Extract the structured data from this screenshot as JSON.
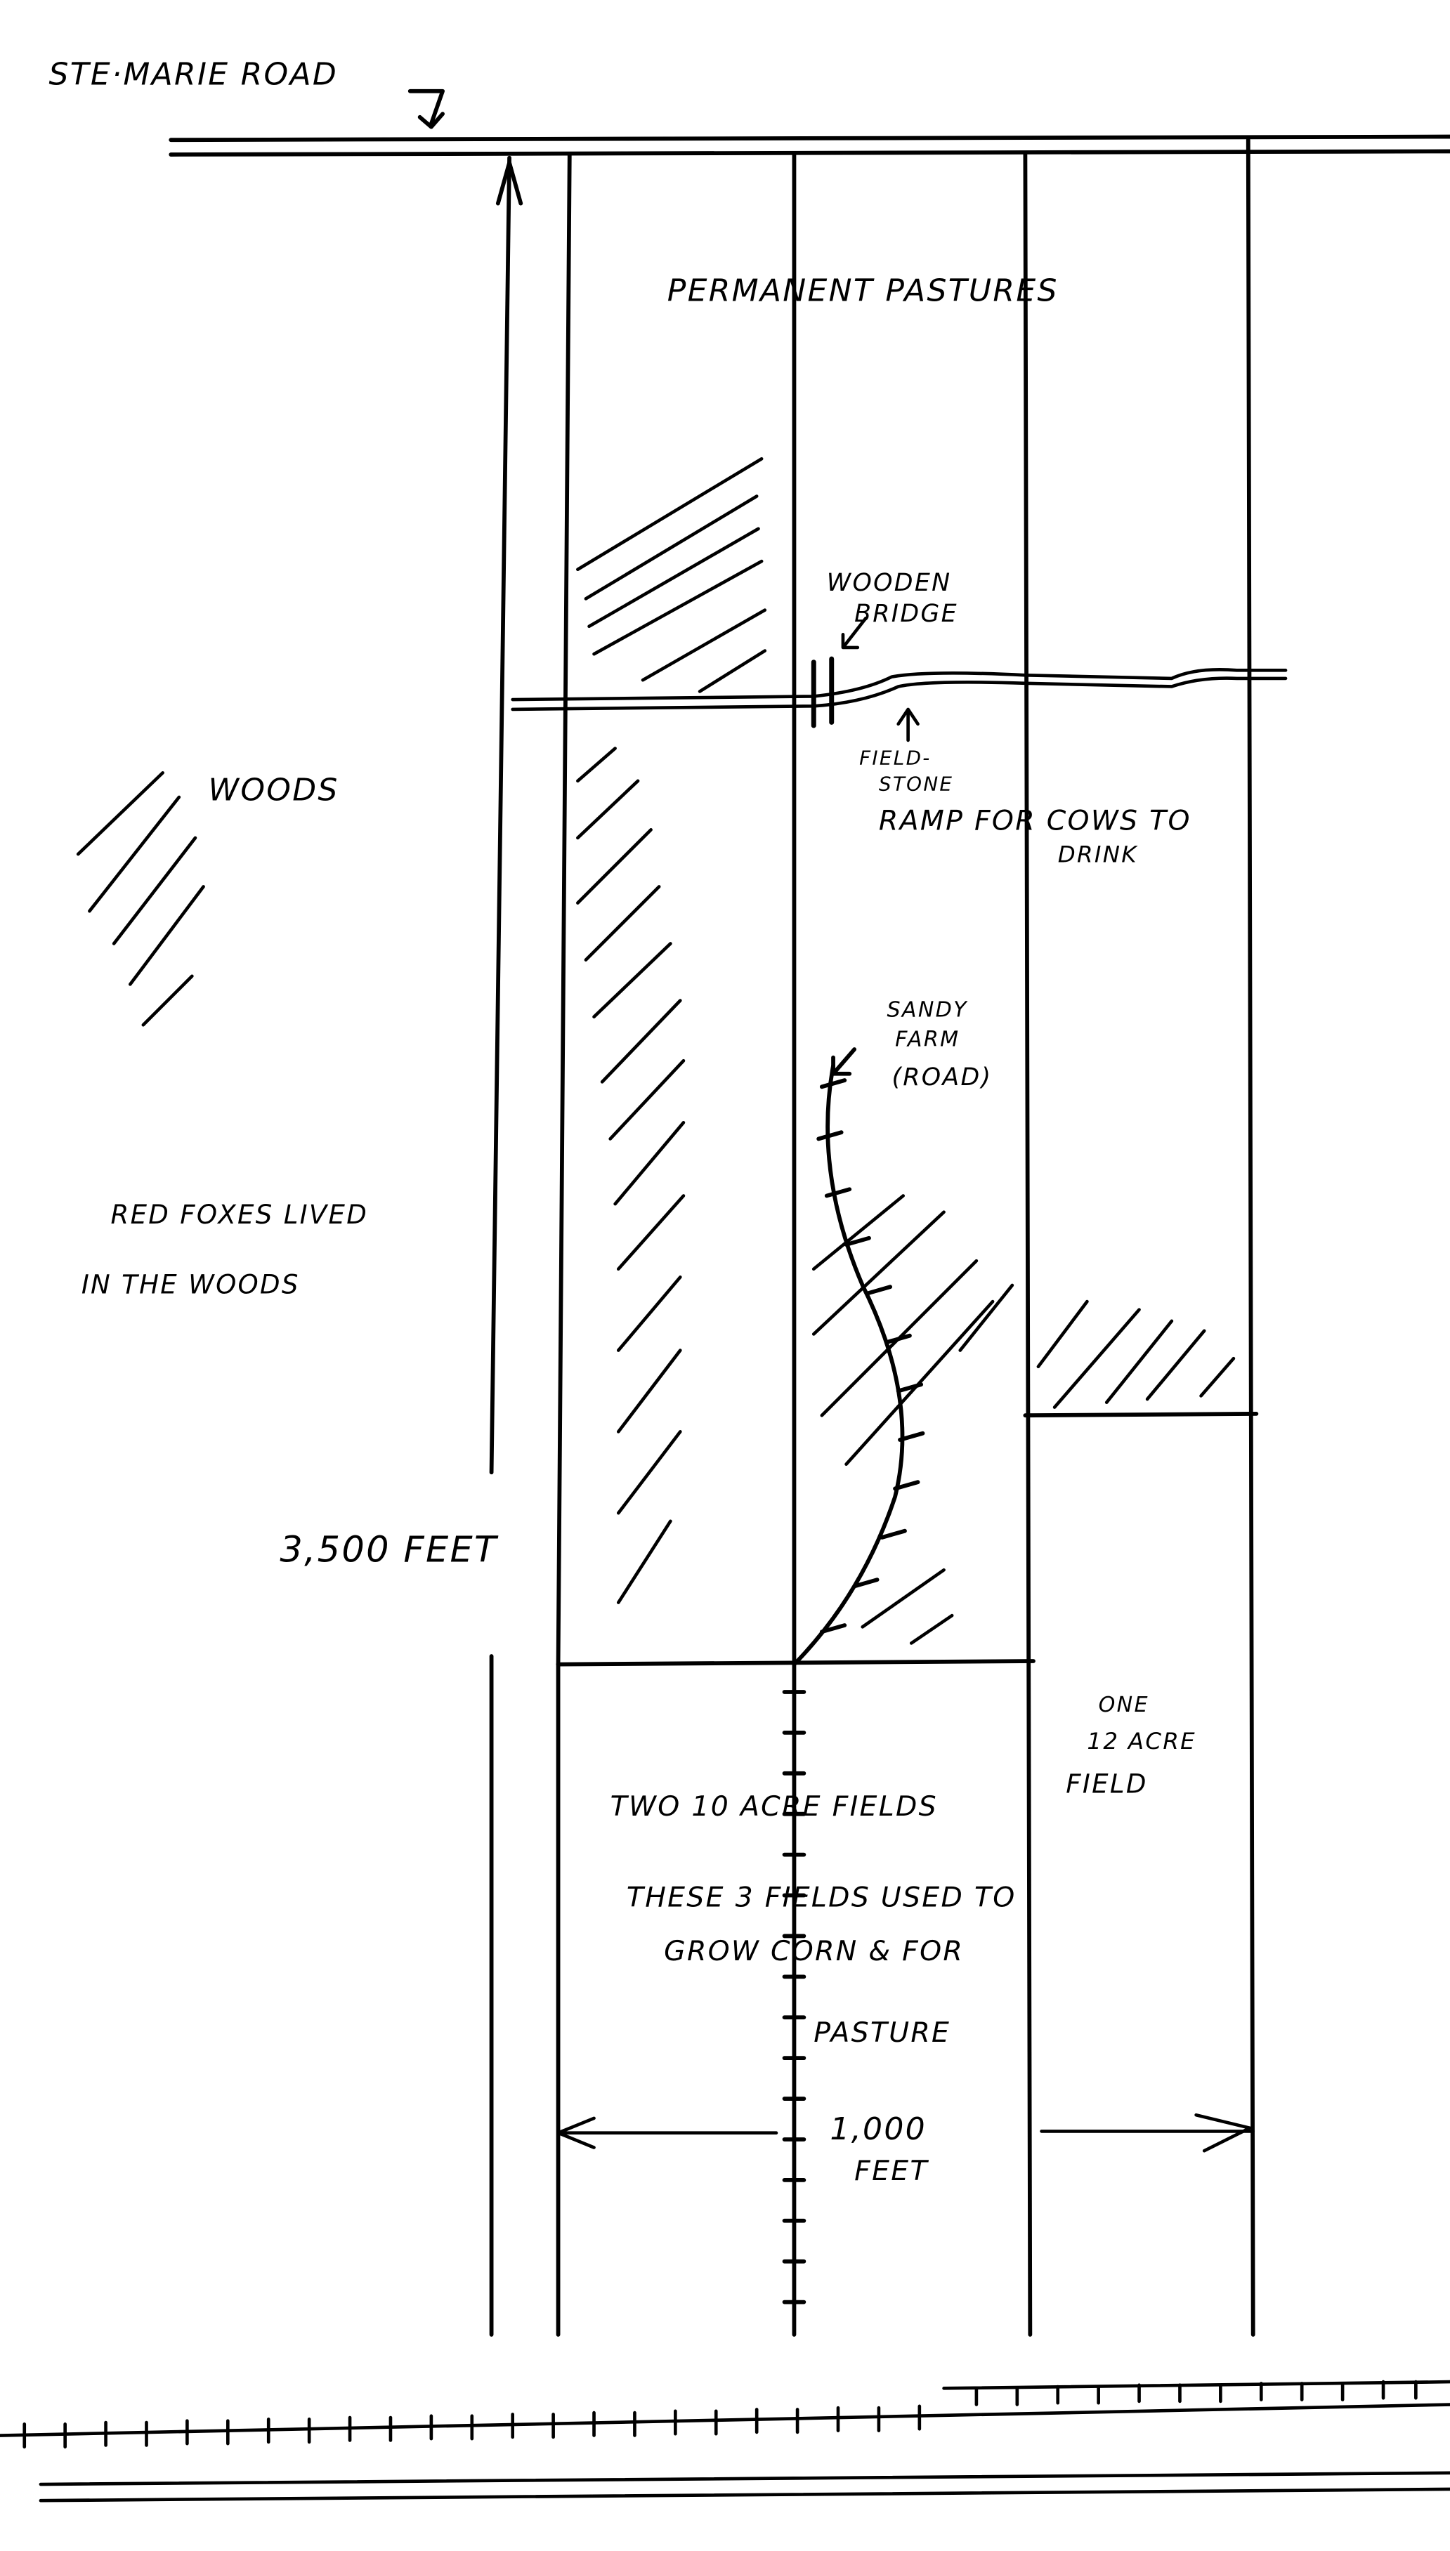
{
  "title": "Hand-drawn farm map",
  "labels": {
    "road": "STE·MARIE ROAD",
    "permanent_pasture": "PERMANENT PASTURES",
    "wooden_bridge_1": "WOODEN",
    "wooden_bridge_2": "BRIDGE",
    "fieldstone_1": "FIELD-",
    "fieldstone_2": "STONE",
    "ramp_1": "RAMP FOR COWS TO",
    "ramp_2": "DRINK",
    "woods": "WOODS",
    "sandy_1": "SANDY",
    "sandy_2": "FARM",
    "sandy_3": "(ROAD)",
    "foxes_1": "RED FOXES LIVED",
    "foxes_2": "IN THE WOODS",
    "length": "3,500 FEET",
    "one_1": "ONE",
    "one_2": "12 ACRE",
    "one_3": "FIELD",
    "two_fields": "TWO 10  ACRE FIELDS",
    "these_1": "THESE 3 FIELDS USED TO",
    "these_2": "GROW  CORN & FOR",
    "these_3": "PASTURE",
    "width_1": "1,000",
    "width_2": "FEET"
  }
}
